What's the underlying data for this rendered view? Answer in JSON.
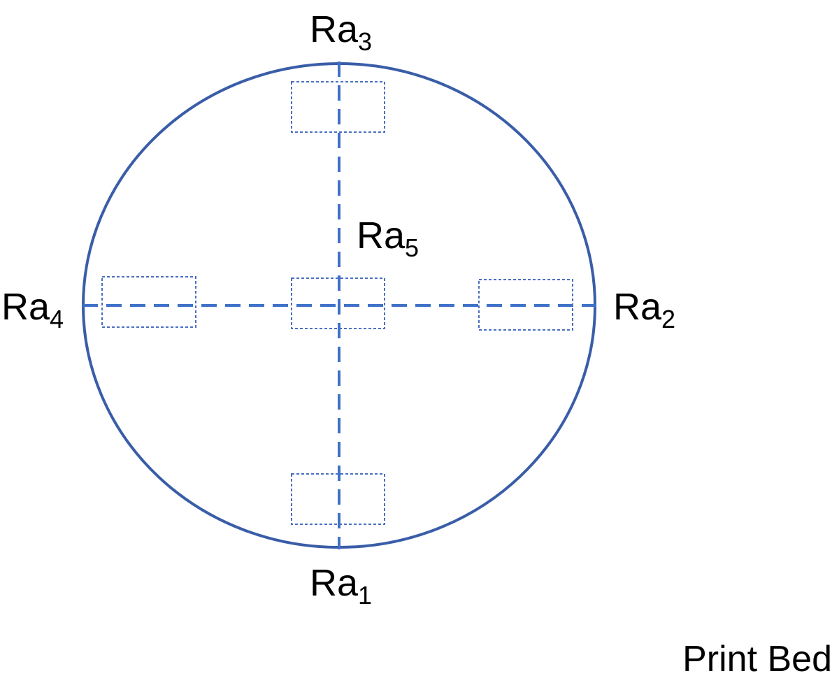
{
  "diagram": {
    "labels": {
      "ra1": {
        "base": "Ra",
        "sub": "1"
      },
      "ra2": {
        "base": "Ra",
        "sub": "2"
      },
      "ra3": {
        "base": "Ra",
        "sub": "3"
      },
      "ra4": {
        "base": "Ra",
        "sub": "4"
      },
      "ra5": {
        "base": "Ra",
        "sub": "5"
      }
    },
    "caption": "Print Bed",
    "colors": {
      "circle": "#3a5da8",
      "dashed_axes": "#3f72c8",
      "sample_boxes": "#4a6fc0",
      "text": "#000000"
    }
  }
}
